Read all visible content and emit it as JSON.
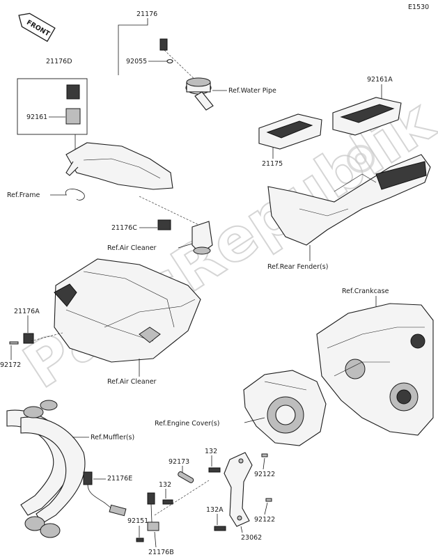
{
  "diagram_code": "E1530",
  "front_badge": "FRONT",
  "watermark": "PartsRepublik",
  "parts": {
    "p21176": "21176",
    "p92055": "92055",
    "p21176D": "21176D",
    "p92161": "92161",
    "p92161A": "92161A",
    "p21175": "21175",
    "p21176C": "21176C",
    "p21176A": "21176A",
    "p92172": "92172",
    "p21176E": "21176E",
    "p92173": "92173",
    "p132_top": "132",
    "p132_left": "132",
    "p132A": "132A",
    "p92122_top": "92122",
    "p92122_bottom": "92122",
    "p92151": "92151",
    "p21176B": "21176B",
    "p23062": "23062"
  },
  "refs": {
    "water_pipe": "Ref.Water Pipe",
    "frame": "Ref.Frame",
    "air_cleaner_top": "Ref.Air Cleaner",
    "rear_fender": "Ref.Rear Fender(s)",
    "crankcase": "Ref.Crankcase",
    "air_cleaner_bottom": "Ref.Air Cleaner",
    "engine_cover": "Ref.Engine Cover(s)",
    "muffler": "Ref.Muffler(s)"
  }
}
